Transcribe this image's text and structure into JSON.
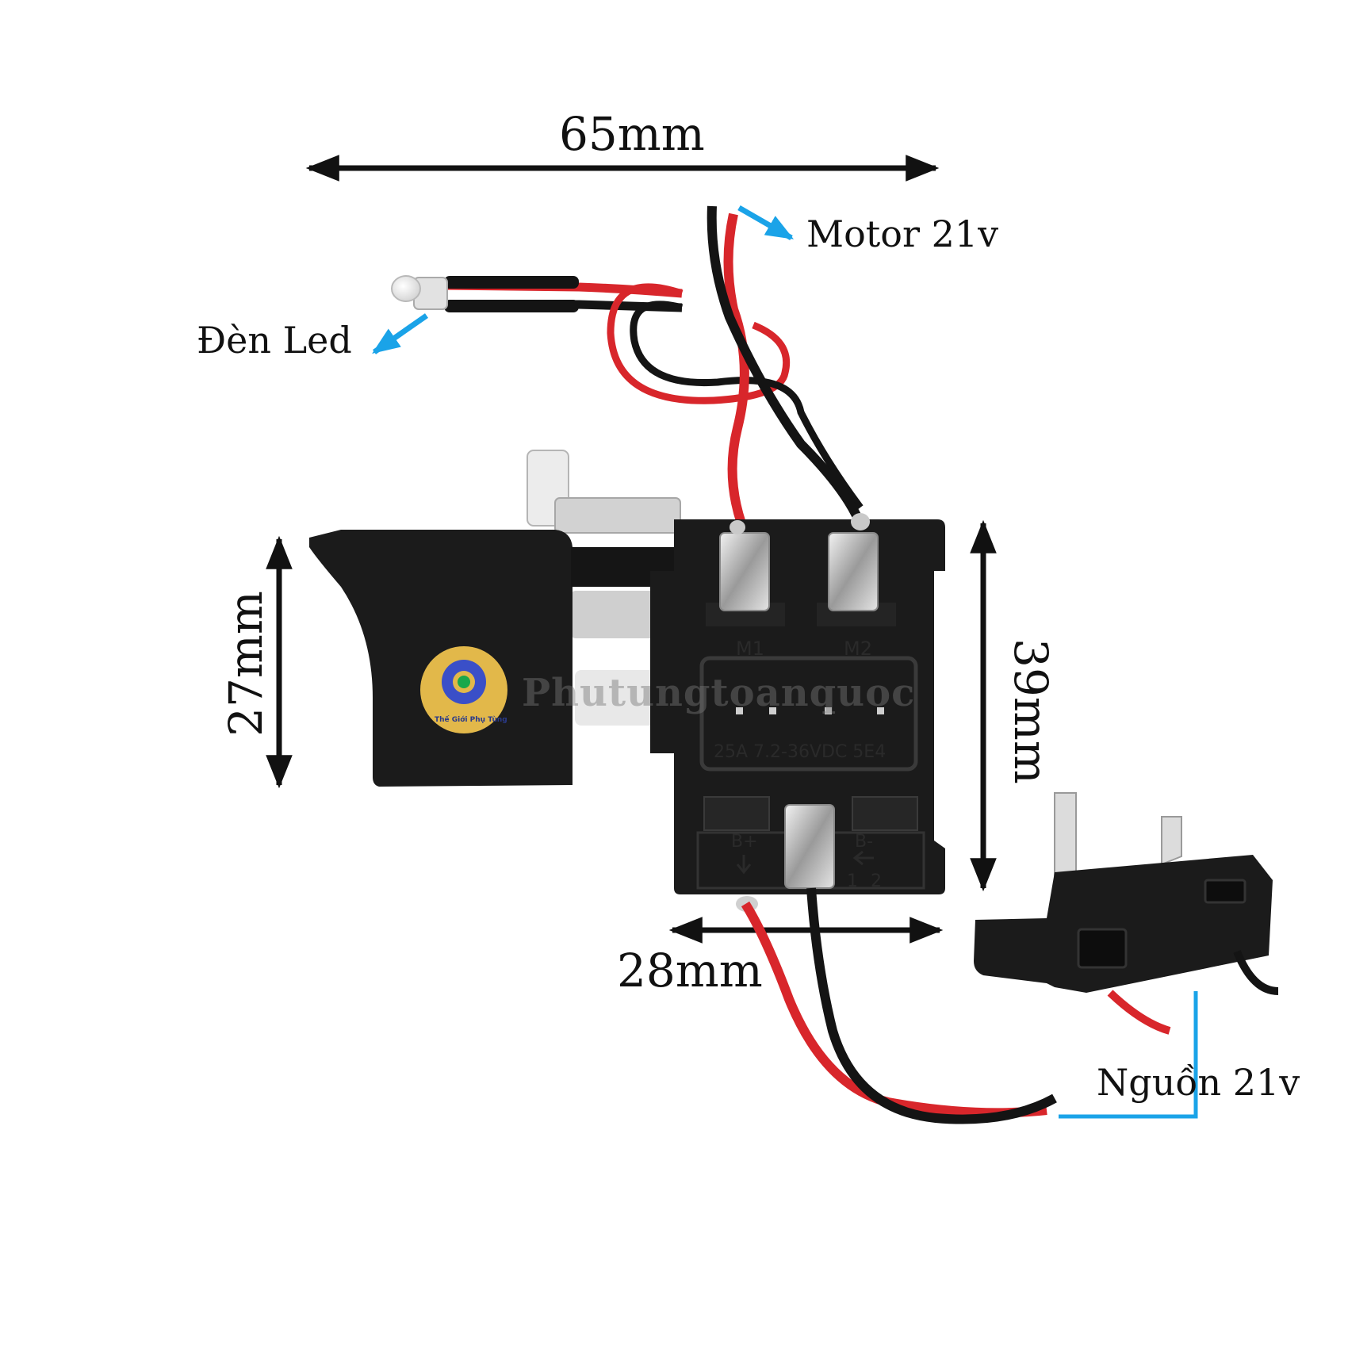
{
  "dimensions": {
    "top_width": "65mm",
    "trigger_height": "27mm",
    "body_height": "39mm",
    "bottom_width": "28mm"
  },
  "callouts": {
    "motor": "Motor 21v",
    "led": "Đèn Led",
    "power": "Nguồn 21v"
  },
  "switch_markings": {
    "m1": "M1",
    "m2": "M2",
    "bplus": "B+",
    "bminus": "B-",
    "n1": "1",
    "n2": "2",
    "rating": "25A 7.2-36VDC 5E4"
  },
  "watermark": "Phutungtoanquoc",
  "logo_text": "Thế Giới Phụ Tùng",
  "colors": {
    "arrow_black": "#111111",
    "callout_blue": "#1aa3e8",
    "wire_red": "#d8262b",
    "wire_black": "#141414",
    "body_black": "#1b1b1b",
    "logo_gold": "#e2b84a",
    "logo_gear": "#3a4fc8"
  }
}
